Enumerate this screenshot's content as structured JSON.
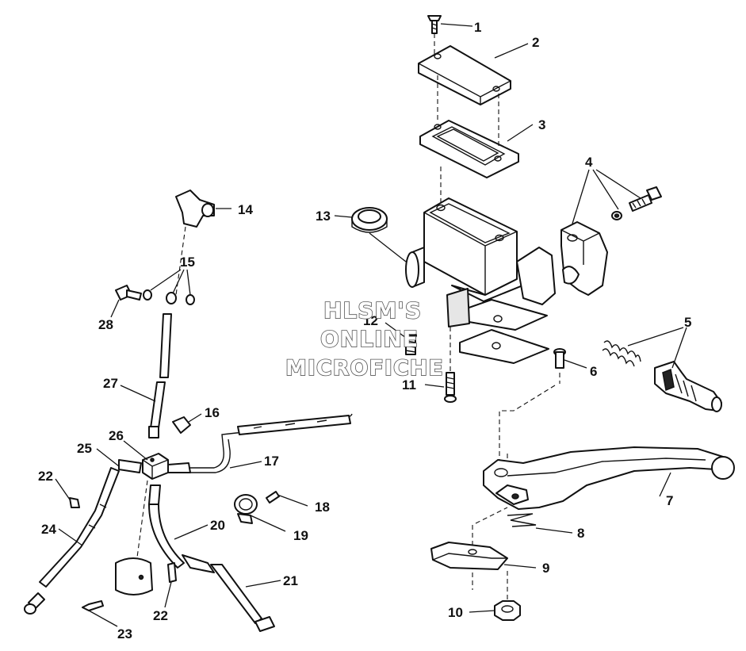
{
  "watermark": {
    "lines": [
      "HLSM'S",
      "ONLINE",
      "MICROFICHE"
    ]
  },
  "callouts": {
    "c1": "1",
    "c2": "2",
    "c3": "3",
    "c4": "4",
    "c5": "5",
    "c6": "6",
    "c7": "7",
    "c8": "8",
    "c9": "9",
    "c10": "10",
    "c11": "11",
    "c12": "12",
    "c13": "13",
    "c14": "14",
    "c15": "15",
    "c16": "16",
    "c17": "17",
    "c18": "18",
    "c19": "19",
    "c20": "20",
    "c21": "21",
    "c22a": "22",
    "c22b": "22",
    "c23": "23",
    "c24": "24",
    "c25": "25",
    "c26": "26",
    "c27": "27",
    "c28": "28"
  },
  "colors": {
    "line": "#111111",
    "watermark_outline": "#555555",
    "background": "#ffffff"
  }
}
